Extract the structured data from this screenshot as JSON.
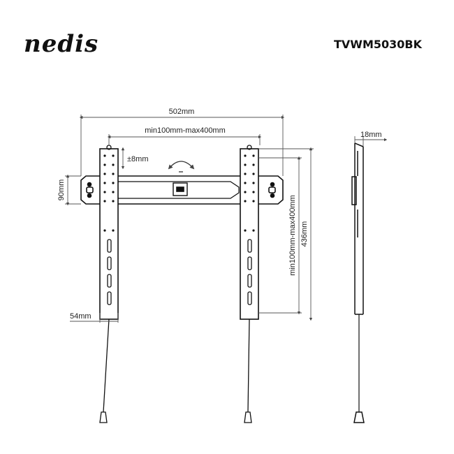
{
  "brand": {
    "logo_text": "nedis",
    "model": "TVWM5030BK"
  },
  "dimensions": {
    "overall_width": "502mm",
    "vesa_horizontal": "min100mm-max400mm",
    "vertical_adjust": "±8mm",
    "bracket_height": "90mm",
    "vesa_vertical": "min100mm-max400mm",
    "arm_height": "436mm",
    "arm_width": "54mm",
    "depth": "18mm"
  },
  "colors": {
    "line": "#111111",
    "dim_line": "#555555"
  }
}
